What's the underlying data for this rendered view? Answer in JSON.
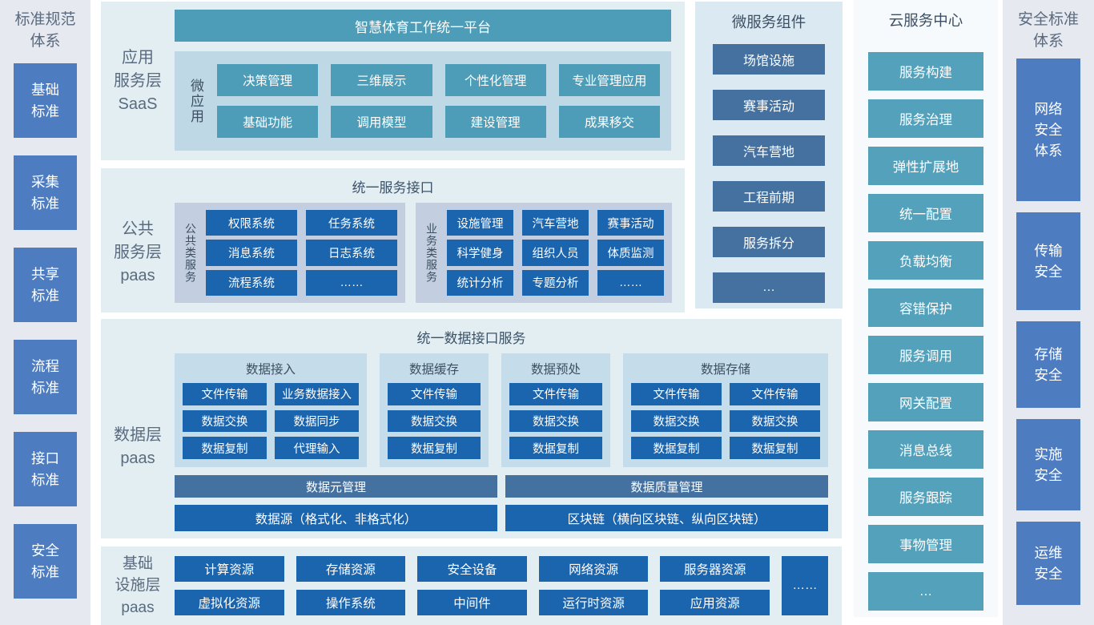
{
  "colors": {
    "teal_accent": "#4e9db8",
    "dark_blue_accent": "#1b64ae",
    "slate_blue_accent": "#44719f",
    "periwinkle_blue_accent": "#4d7cc1",
    "main_panel_bg": "#e3eef3",
    "saas_inner_bg": "#bed8e5",
    "service_inner_bg": "#c3cfe1",
    "data_inner_bg": "#c5dcea",
    "side_column_bg": "#e7e9f0",
    "micro_panel_bg": "#dbe9f3",
    "cloud_panel_bg": "#f6fafd",
    "title_text": "#3c5268",
    "label_text": "#5a6b7f"
  },
  "standards": {
    "title": "标准规范\n体系",
    "items": [
      "基础\n标准",
      "采集\n标准",
      "共享\n标准",
      "流程\n标准",
      "接口\n标准",
      "安全\n标准"
    ]
  },
  "saas": {
    "layer_label": "应用\n服务层\nSaaS",
    "platform_title": "智慧体育工作统一平台",
    "micro_app_label": "微应用",
    "apps": [
      "决策管理",
      "三维展示",
      "个性化管理",
      "专业管理应用",
      "基础功能",
      "调用模型",
      "建设管理",
      "成果移交"
    ]
  },
  "public_service": {
    "layer_label": "公共\n服务层\npaas",
    "title": "统一服务接口",
    "common_label": "公共类服务",
    "common_items": [
      "权限系统",
      "任务系统",
      "消息系统",
      "日志系统",
      "流程系统",
      "……"
    ],
    "business_label": "业务类服务",
    "business_items": [
      "设施管理",
      "汽车营地",
      "赛事活动",
      "科学健身",
      "组织人员",
      "体质监测",
      "统计分析",
      "专题分析",
      "……"
    ]
  },
  "data_layer": {
    "layer_label": "数据层\npaas",
    "title": "统一数据接口服务",
    "access": {
      "title": "数据接入",
      "items": [
        "文件传输",
        "业务数据接入",
        "数据交换",
        "数据同步",
        "数据复制",
        "代理输入"
      ]
    },
    "cache": {
      "title": "数据缓存",
      "items": [
        "文件传输",
        "数据交换",
        "数据复制"
      ]
    },
    "preprocess": {
      "title": "数据预处",
      "items": [
        "文件传输",
        "数据交换",
        "数据复制"
      ]
    },
    "storage": {
      "title": "数据存储",
      "items": [
        "文件传输",
        "文件传输",
        "数据交换",
        "数据交换",
        "数据复制",
        "数据复制"
      ]
    },
    "management": [
      "数据元管理",
      "数据质量管理"
    ],
    "foundation": [
      "数据源（格式化、非格式化）",
      "区块链（横向区块链、纵向区块链）"
    ]
  },
  "infrastructure": {
    "layer_label": "基础\n设施层\npaas",
    "row1": [
      "计算资源",
      "存储资源",
      "安全设备",
      "网络资源",
      "服务器资源"
    ],
    "row2": [
      "虚拟化资源",
      "操作系统",
      "中间件",
      "运行时资源",
      "应用资源"
    ],
    "more": "……"
  },
  "microservices": {
    "title": "微服务组件",
    "items": [
      "场馆设施",
      "赛事活动",
      "汽车营地",
      "工程前期",
      "服务拆分",
      "…"
    ]
  },
  "cloud": {
    "title": "云服务中心",
    "items": [
      "服务构建",
      "服务治理",
      "弹性扩展地",
      "统一配置",
      "负载均衡",
      "容错保护",
      "服务调用",
      "网关配置",
      "消息总线",
      "服务跟踪",
      "事物管理",
      "…"
    ]
  },
  "security": {
    "title": "安全标准\n体系",
    "items": [
      "网络\n安全\n体系",
      "传输\n安全",
      "存储\n安全",
      "实施\n安全",
      "运维\n安全"
    ]
  }
}
